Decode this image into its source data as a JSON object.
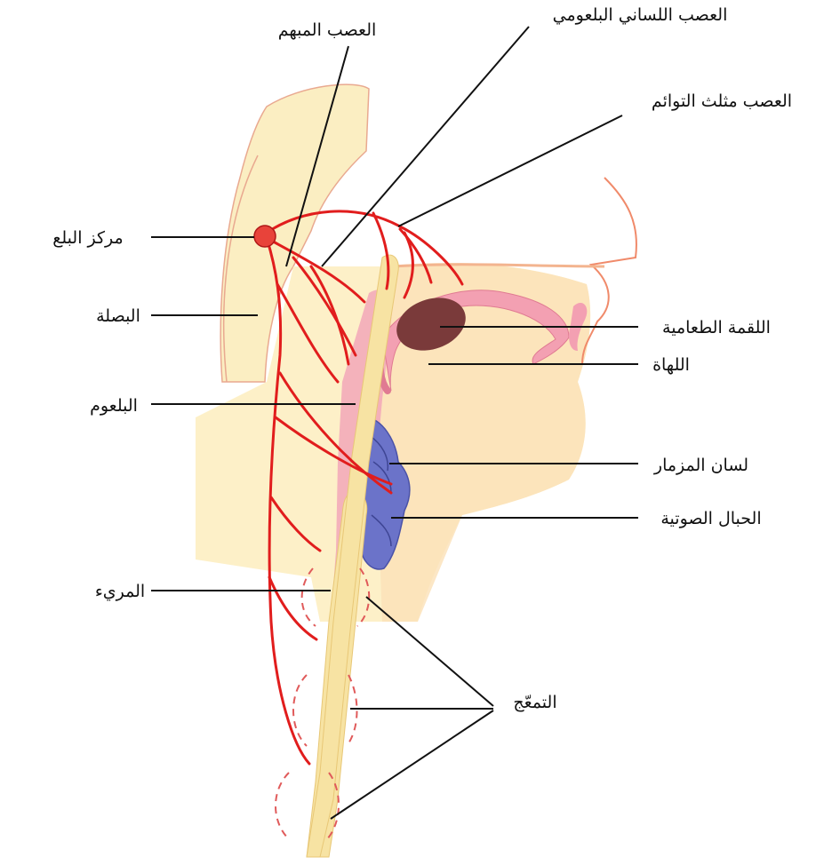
{
  "labels": {
    "vagus_nerve": "العصب المبهم",
    "glossopharyngeal_nerve": "العصب اللساني البلعومي",
    "trigeminal_nerve": "العصب مثلث التوائم",
    "swallowing_center": "مركز البلع",
    "medulla": "البصلة",
    "pharynx": "البلعوم",
    "esophagus": "المريء",
    "bolus": "اللقمة الطعامية",
    "uvula": "اللهاة",
    "epiglottis": "لسان المزمار",
    "vocal_cords": "الحبال الصوتية",
    "peristalsis": "التمعّج"
  },
  "colors": {
    "nerve": "#e11d1d",
    "tissue": "#fbe9b4",
    "throat": "#f2a7b8",
    "bolus": "#7a3a3a",
    "epiglottis": "#6b73c9",
    "esophagus": "#f7e3a3",
    "leader_line": "#111111"
  }
}
